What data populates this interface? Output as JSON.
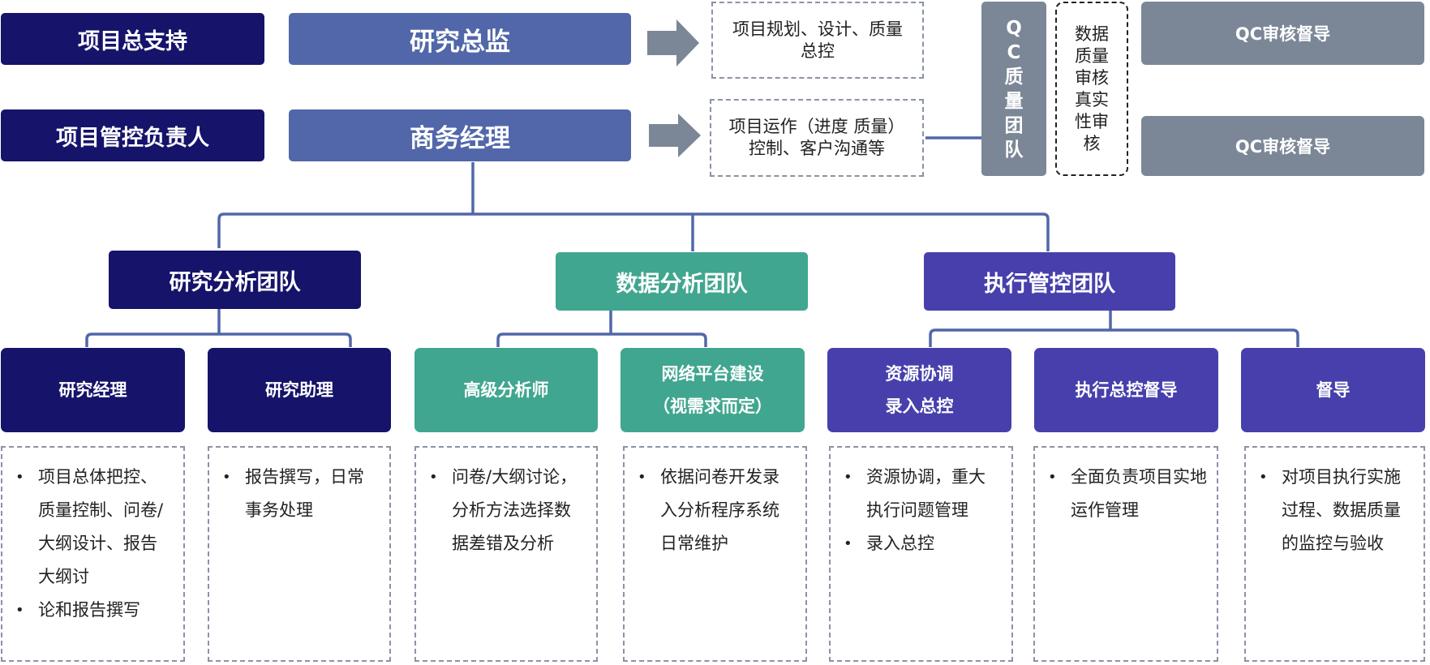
{
  "top": {
    "support_label": "项目总支持",
    "director_label": "研究总监",
    "director_note": "项目规划、设计、质量总控",
    "manager_label": "项目管控负责人",
    "biz_label": "商务经理",
    "biz_note_line1": "项目运作（进度 质量）",
    "biz_note_line2": "控制、客户沟通等"
  },
  "qc": {
    "team_chars": [
      "Q",
      "C",
      "质",
      "量",
      "团",
      "队"
    ],
    "audit_chars": [
      "数据",
      "质量",
      "审核",
      "真实",
      "性审",
      "核"
    ],
    "supervisor_1": "QC审核督导",
    "supervisor_2": "QC审核督导"
  },
  "teams": [
    {
      "label": "研究分析团队"
    },
    {
      "label": "数据分析团队"
    },
    {
      "label": "执行管控团队"
    }
  ],
  "roles": [
    {
      "line1": "研究经理",
      "line2": "",
      "items": [
        "项目总体把控、质量控制、问卷/大纲设计、报告大纲讨",
        "论和报告撰写"
      ]
    },
    {
      "line1": "研究助理",
      "line2": "",
      "items": [
        "报告撰写，日常事务处理"
      ]
    },
    {
      "line1": "高级分析师",
      "line2": "",
      "items": [
        "问卷/大纲讨论，分析方法选择数据差错及分析"
      ]
    },
    {
      "line1": "网络平台建设",
      "line2": "（视需求而定）",
      "items": [
        "依据问卷开发录入分析程序系统日常维护"
      ]
    },
    {
      "line1": "资源协调",
      "line2": "录入总控",
      "items": [
        "资源协调，重大执行问题管理",
        "录入总控"
      ]
    },
    {
      "line1": "执行总控督导",
      "line2": "",
      "items": [
        "全面负责项目实地运作管理"
      ]
    },
    {
      "line1": "督导",
      "line2": "",
      "items": [
        "对项目执行实施过程、数据质量的监控与验收"
      ]
    }
  ],
  "colors": {
    "dark": "#16136a",
    "blue": "#5167a9",
    "teal": "#41a68f",
    "violet": "#4740ac",
    "grey": "#7b8796",
    "connector": "#5167a9"
  }
}
